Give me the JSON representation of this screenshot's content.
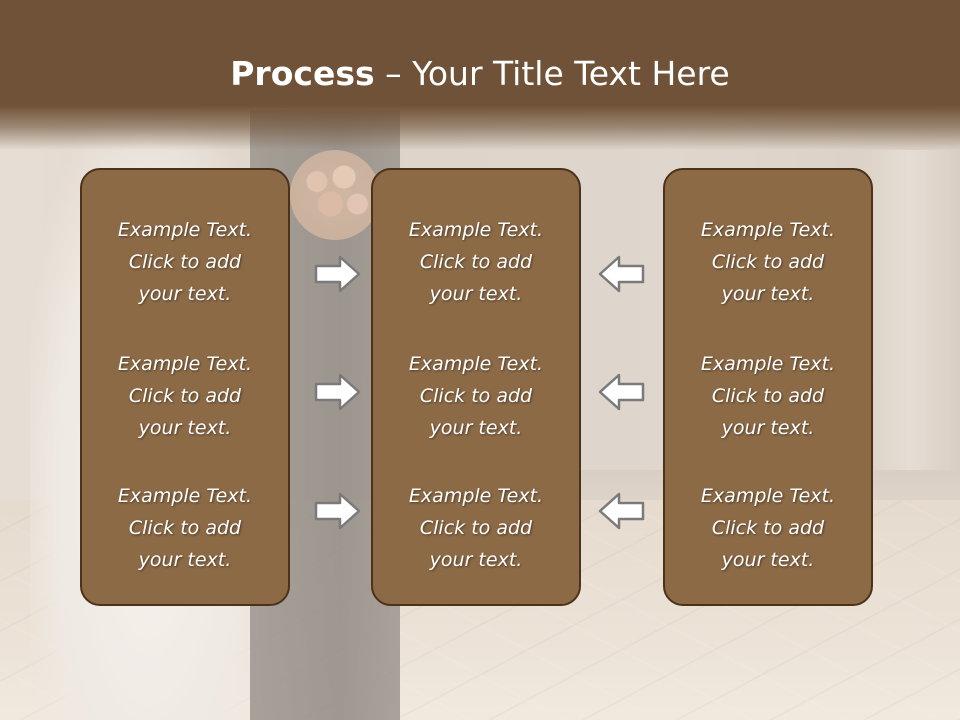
{
  "slide": {
    "title_bold": "Process",
    "title_rest": " – Your Title Text Here"
  },
  "columns": [
    {
      "items": [
        "Example Text.\nClick  to add\nyour text.",
        "Example Text.\nClick  to add\nyour text.",
        "Example Text.\nClick  to add\nyour text."
      ]
    },
    {
      "items": [
        "Example Text.\nClick  to add\nyour text.",
        "Example Text.\nClick  to add\nyour text.",
        "Example Text.\nClick  to add\nyour text."
      ]
    },
    {
      "items": [
        "Example Text.\nClick  to add\nyour text.",
        "Example Text.\nClick  to add\nyour text.",
        "Example Text.\nClick  to add\nyour text."
      ]
    }
  ],
  "arrows": {
    "left_group": "right-arrow-icon",
    "right_group": "left-arrow-icon"
  },
  "colors": {
    "header": "#6f5237",
    "box_fill": "#8c6a46",
    "box_border": "#4b3219",
    "arrow_fill": "#ffffff",
    "arrow_stroke": "#7a7a7a"
  }
}
